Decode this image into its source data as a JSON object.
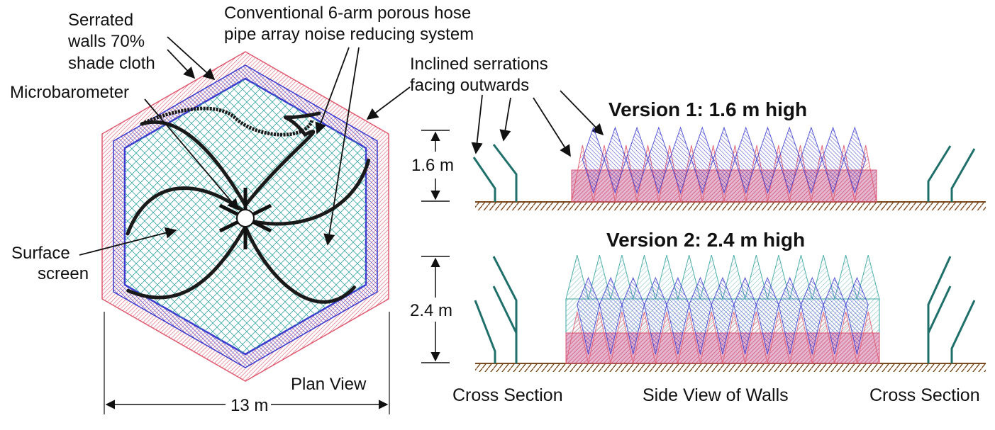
{
  "labels": {
    "serrated_walls": [
      "Serrated",
      "walls 70%",
      "shade cloth"
    ],
    "conventional": [
      "Conventional 6-arm porous hose",
      "pipe array noise reducing system"
    ],
    "inclined": [
      "Inclined serrations",
      "facing outwards"
    ],
    "microbarometer": "Microbarometer",
    "surface_screen": [
      "Surface",
      "screen"
    ],
    "plan_view": "Plan View",
    "width": "13 m",
    "version1": "Version 1: 1.6 m high",
    "version2": "Version 2: 2.4 m high",
    "height1": "1.6 m",
    "height2": "2.4 m",
    "cross_section_left": "Cross Section",
    "side_view": "Side View of Walls",
    "cross_section_right": "Cross Section"
  },
  "colors": {
    "mesh": "#3aa6a0",
    "wall_blue": "#3a3ad0",
    "wall_red": "#e05a70",
    "hose": "#1a1a1a",
    "cross_section": "#1f6f6a",
    "ground": "#7a4a1e",
    "magenta": "#b0307a"
  }
}
